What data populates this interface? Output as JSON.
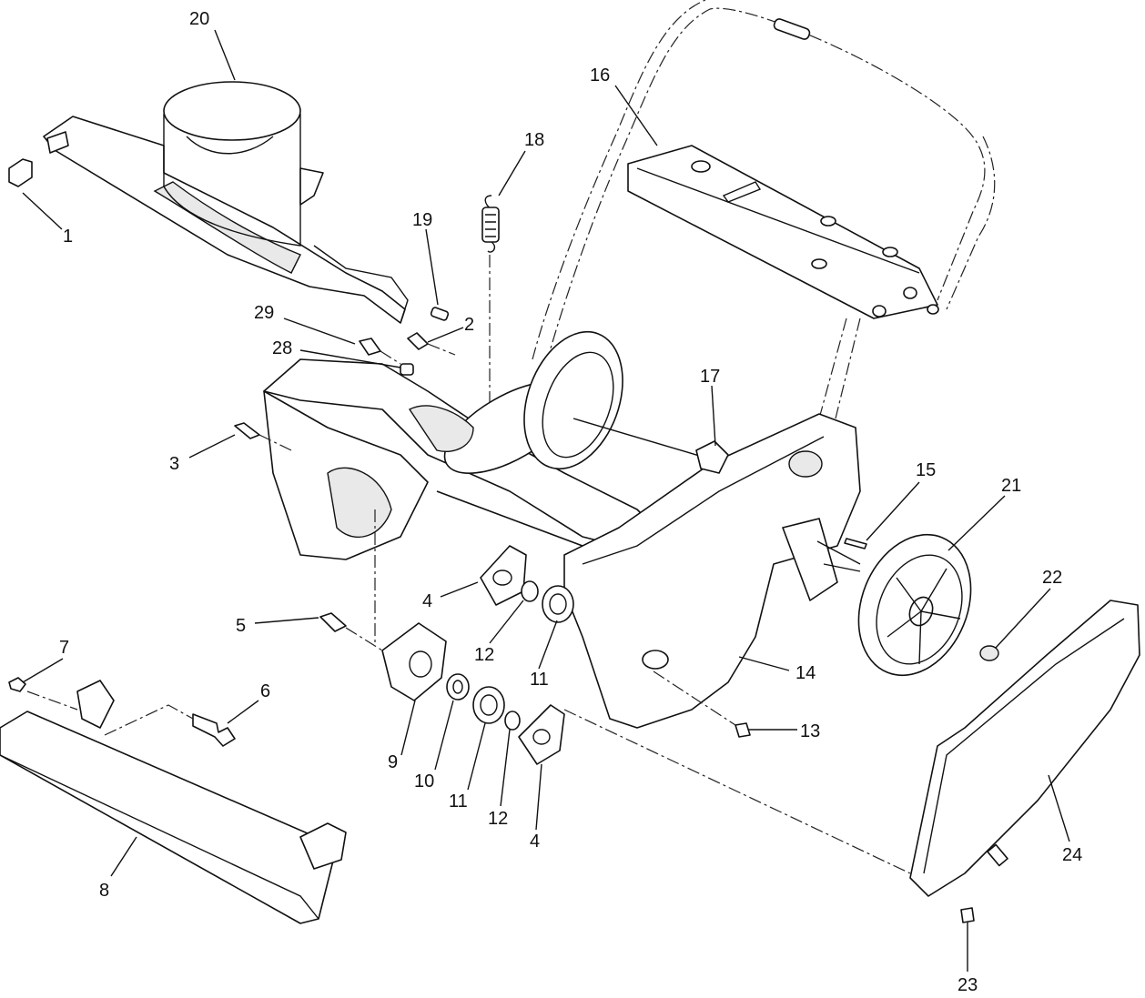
{
  "callouts": [
    {
      "id": "c20",
      "text": "20"
    },
    {
      "id": "c16",
      "text": "16"
    },
    {
      "id": "c18",
      "text": "18"
    },
    {
      "id": "c19",
      "text": "19"
    },
    {
      "id": "c1",
      "text": "1"
    },
    {
      "id": "c2",
      "text": "2"
    },
    {
      "id": "c29",
      "text": "29"
    },
    {
      "id": "c28",
      "text": "28"
    },
    {
      "id": "c17",
      "text": "17"
    },
    {
      "id": "c3",
      "text": "3"
    },
    {
      "id": "c15",
      "text": "15"
    },
    {
      "id": "c21",
      "text": "21"
    },
    {
      "id": "c22",
      "text": "22"
    },
    {
      "id": "c4a",
      "text": "4"
    },
    {
      "id": "c5",
      "text": "5"
    },
    {
      "id": "c12a",
      "text": "12"
    },
    {
      "id": "c11a",
      "text": "11"
    },
    {
      "id": "c14",
      "text": "14"
    },
    {
      "id": "c7",
      "text": "7"
    },
    {
      "id": "c6",
      "text": "6"
    },
    {
      "id": "c13",
      "text": "13"
    },
    {
      "id": "c9",
      "text": "9"
    },
    {
      "id": "c10",
      "text": "10"
    },
    {
      "id": "c11b",
      "text": "11"
    },
    {
      "id": "c12b",
      "text": "12"
    },
    {
      "id": "c4b",
      "text": "4"
    },
    {
      "id": "c24",
      "text": "24"
    },
    {
      "id": "c8",
      "text": "8"
    },
    {
      "id": "c23",
      "text": "23"
    }
  ]
}
